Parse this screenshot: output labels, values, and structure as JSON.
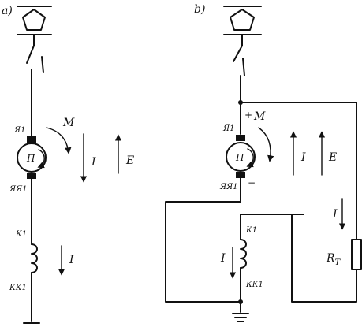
{
  "panel_a": {
    "tag": "a)",
    "armature_top": "Я1",
    "armature_bottom": "ЯЯ1",
    "motor_letter": "П",
    "torque": "M",
    "current": "I",
    "emf": "E",
    "field_top": "К1",
    "field_bottom": "КК1",
    "field_current": "I"
  },
  "panel_b": {
    "tag": "b)",
    "plus": "+",
    "minus": "−",
    "armature_top": "Я1",
    "armature_bottom": "ЯЯ1",
    "motor_letter": "П",
    "torque": "M",
    "current": "I",
    "emf": "E",
    "field_top": "К1",
    "field_bottom": "КК1",
    "field_current": "I",
    "brake_current": "I",
    "resistor": "R",
    "resistor_sub": "T"
  }
}
